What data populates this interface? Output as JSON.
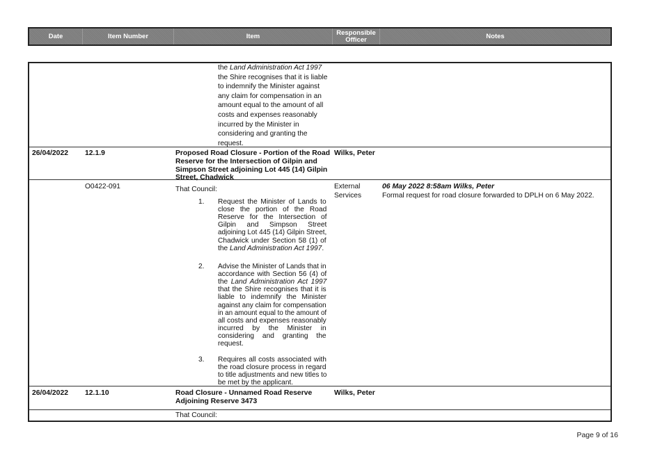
{
  "header": {
    "date": "Date",
    "item_number": "Item Number",
    "item": "Item",
    "responsible_officer": "Responsible Officer",
    "notes": "Notes"
  },
  "continuation": {
    "lines": [
      [
        {
          "t": "the ",
          "i": false
        },
        {
          "t": "Land Administration Act 1997",
          "i": true
        }
      ],
      [
        {
          "t": "the Shire recognises that it is liable",
          "i": false
        }
      ],
      [
        {
          "t": "to indemnify the Minister against",
          "i": false
        }
      ],
      [
        {
          "t": "any claim for compensation in an",
          "i": false
        }
      ],
      [
        {
          "t": "amount equal to the amount of all",
          "i": false
        }
      ],
      [
        {
          "t": "costs and expenses reasonably",
          "i": false
        }
      ],
      [
        {
          "t": "incurred by the Minister in",
          "i": false
        }
      ],
      [
        {
          "t": "considering and granting the",
          "i": false
        }
      ],
      [
        {
          "t": "request.",
          "i": false
        }
      ]
    ]
  },
  "rows": [
    {
      "date": "26/04/2022",
      "number": "12.1.9",
      "title_lines": [
        "Proposed Road Closure - Portion of the Road",
        "Reserve for the Intersection of Gilpin and",
        "Simpson Street adjoining Lot 445 (14) Gilpin",
        "Street, Chadwick"
      ],
      "officer": "Wilks, Peter",
      "ref": "O0422-091",
      "intro": "That Council:",
      "resp_lines": [
        "External",
        "Services"
      ],
      "note_head": "06 May 2022 8:58am Wilks, Peter",
      "note_body": "Formal request for road closure forwarded to DPLH on 6 May 2022.",
      "items": [
        {
          "num": "1.",
          "lines": [
            [
              {
                "t": "Request the Minister of Lands to",
                "i": false
              }
            ],
            [
              {
                "t": "close the portion of the Road",
                "i": false
              }
            ],
            [
              {
                "t": "Reserve for the Intersection of",
                "i": false
              }
            ],
            [
              {
                "t": "Gilpin and Simpson Street",
                "i": false
              }
            ],
            [
              {
                "t": "adjoining Lot 445 (14) Gilpin Street,",
                "i": false
              }
            ],
            [
              {
                "t": "Chadwick under Section 58 (1) of",
                "i": false
              }
            ],
            [
              {
                "t": "the ",
                "i": false
              },
              {
                "t": "Land Administration Act 1997",
                "i": true
              },
              {
                "t": ".",
                "i": false
              }
            ]
          ]
        },
        {
          "num": "2.",
          "lines": [
            [
              {
                "t": "Advise the Minister of Lands that in",
                "i": false
              }
            ],
            [
              {
                "t": "accordance with Section 56 (4) of",
                "i": false
              }
            ],
            [
              {
                "t": "the ",
                "i": false
              },
              {
                "t": "Land Administration Act 1997",
                "i": true
              }
            ],
            [
              {
                "t": "that the Shire recognises that it is",
                "i": false
              }
            ],
            [
              {
                "t": "liable to indemnify the Minister",
                "i": false
              }
            ],
            [
              {
                "t": "against any claim for compensation",
                "i": false
              }
            ],
            [
              {
                "t": "in an amount equal to the amount of",
                "i": false
              }
            ],
            [
              {
                "t": "all costs and expenses reasonably",
                "i": false
              }
            ],
            [
              {
                "t": "incurred by the Minister in",
                "i": false
              }
            ],
            [
              {
                "t": "considering and granting the",
                "i": false
              }
            ],
            [
              {
                "t": "request.",
                "i": false
              }
            ]
          ]
        },
        {
          "num": "3.",
          "lines": [
            [
              {
                "t": "Requires all costs associated with",
                "i": false
              }
            ],
            [
              {
                "t": "the road closure process in regard",
                "i": false
              }
            ],
            [
              {
                "t": "to title adjustments and new titles to",
                "i": false
              }
            ],
            [
              {
                "t": "be met by the applicant.",
                "i": false
              }
            ]
          ]
        }
      ]
    },
    {
      "date": "26/04/2022",
      "number": "12.1.10",
      "title_lines": [
        "Road Closure - Unnamed Road Reserve",
        "Adjoining Reserve 3473"
      ],
      "officer": "Wilks, Peter",
      "intro": "That Council:"
    }
  ],
  "footer": {
    "page": "Page 9 of 16"
  }
}
